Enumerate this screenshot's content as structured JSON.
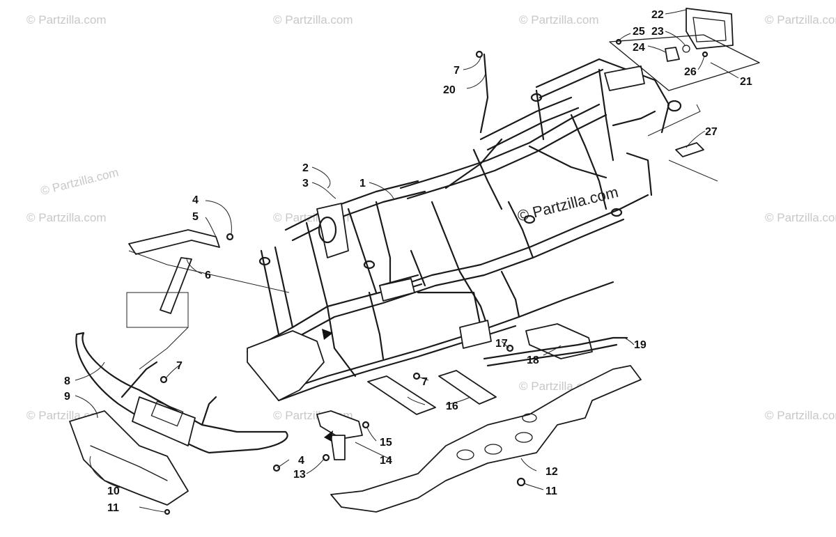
{
  "watermark": {
    "repeated_text": "© Partzilla.com",
    "center_text": "© Partzilla.com"
  },
  "callouts": [
    {
      "id": "c1",
      "label": "1"
    },
    {
      "id": "c2",
      "label": "2"
    },
    {
      "id": "c3",
      "label": "3"
    },
    {
      "id": "c4a",
      "label": "4"
    },
    {
      "id": "c4b",
      "label": "4"
    },
    {
      "id": "c5",
      "label": "5"
    },
    {
      "id": "c6",
      "label": "6"
    },
    {
      "id": "c7a",
      "label": "7"
    },
    {
      "id": "c7b",
      "label": "7"
    },
    {
      "id": "c7c",
      "label": "7"
    },
    {
      "id": "c8",
      "label": "8"
    },
    {
      "id": "c9",
      "label": "9"
    },
    {
      "id": "c10",
      "label": "10"
    },
    {
      "id": "c11a",
      "label": "11"
    },
    {
      "id": "c11b",
      "label": "11"
    },
    {
      "id": "c12",
      "label": "12"
    },
    {
      "id": "c13",
      "label": "13"
    },
    {
      "id": "c14",
      "label": "14"
    },
    {
      "id": "c15",
      "label": "15"
    },
    {
      "id": "c16",
      "label": "16"
    },
    {
      "id": "c17",
      "label": "17"
    },
    {
      "id": "c18",
      "label": "18"
    },
    {
      "id": "c19",
      "label": "19"
    },
    {
      "id": "c20",
      "label": "20"
    },
    {
      "id": "c21",
      "label": "21"
    },
    {
      "id": "c22",
      "label": "22"
    },
    {
      "id": "c23",
      "label": "23"
    },
    {
      "id": "c24",
      "label": "24"
    },
    {
      "id": "c25",
      "label": "25"
    },
    {
      "id": "c26",
      "label": "26"
    },
    {
      "id": "c27",
      "label": "27"
    }
  ]
}
